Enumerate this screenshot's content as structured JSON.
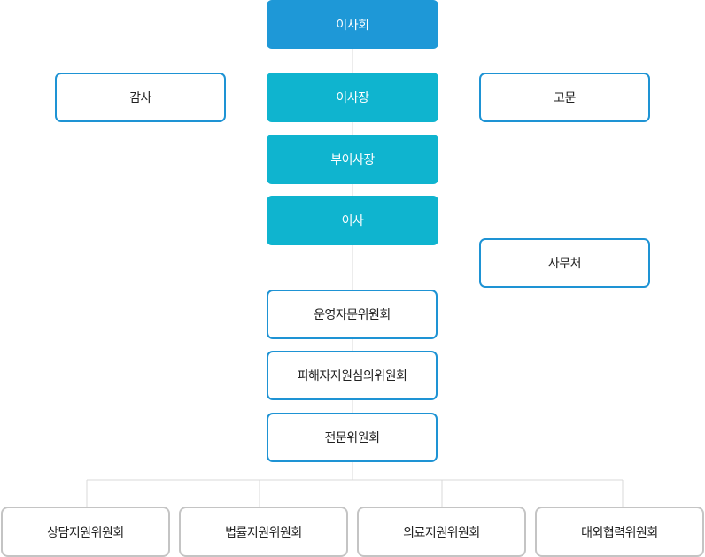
{
  "chart_title": "",
  "board": "이사회",
  "audit": "감사",
  "chairman": "이사장",
  "advisor": "고문",
  "vice_chairman": "부이사장",
  "director": "이사",
  "secretariat": "사무처",
  "committees": [
    "운영자문위원회",
    "피해자지원심의위원회",
    "전문위원회"
  ],
  "sub_committees": [
    "상담지원위원회",
    "법률지원위원회",
    "의료지원위원회",
    "대외협력위원회"
  ],
  "colors": {
    "board_fill": "#1e98d7",
    "executive_fill": "#0fb4cf",
    "outline_blue": "#1e93d4",
    "outline_gray": "#c4c4c4",
    "connector": "#d8d8d8"
  }
}
